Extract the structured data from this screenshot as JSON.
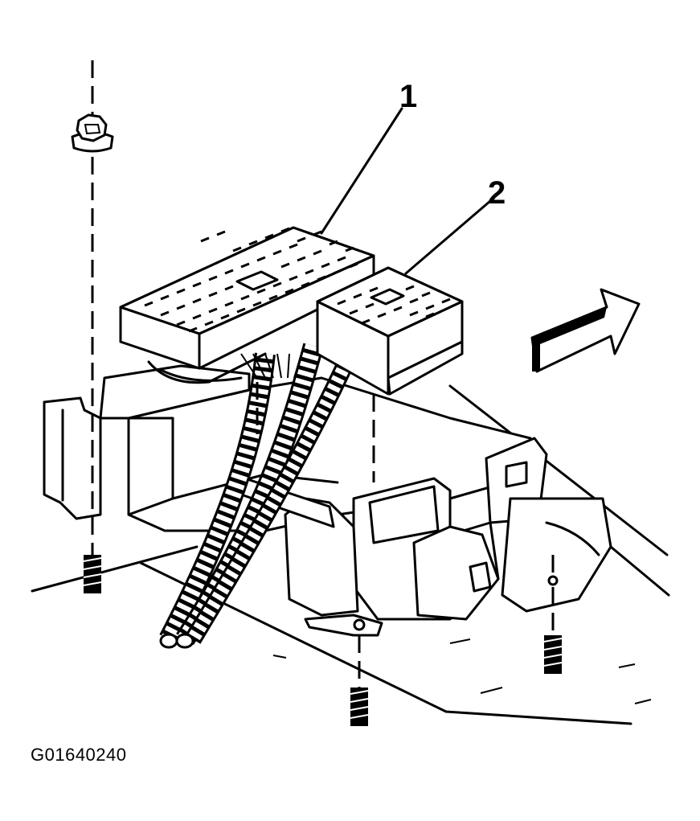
{
  "figure_id": "G01640240",
  "callouts": {
    "one": "1",
    "two": "2"
  },
  "icons": {
    "direction_arrow": "forward-arrow-icon",
    "nut": "nut-icon",
    "studs": "stud-icon"
  }
}
